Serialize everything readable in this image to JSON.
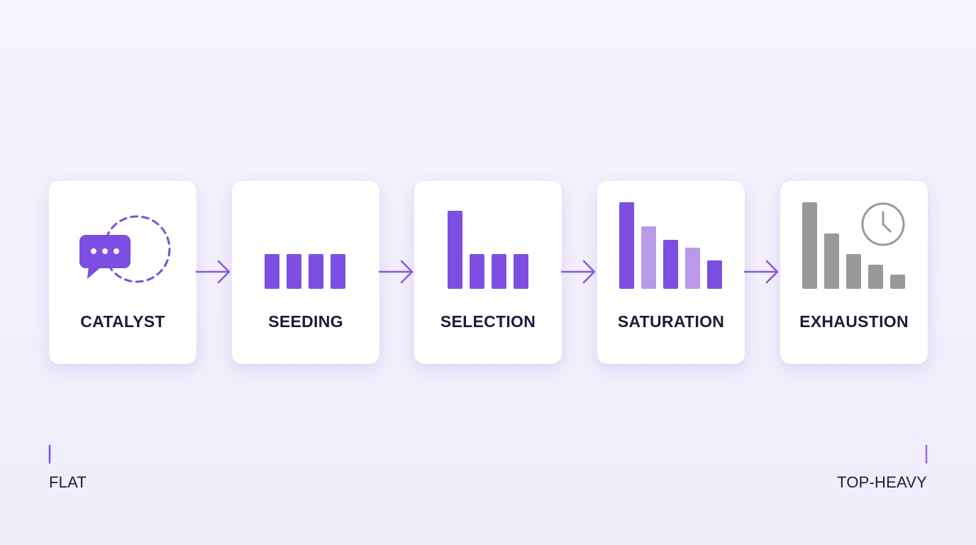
{
  "stages": [
    {
      "label": "CATALYST",
      "icon": "chat-bubble-icon"
    },
    {
      "label": "SEEDING",
      "icon": "flat-bars-icon",
      "bar_levels": [
        1,
        1,
        1,
        1
      ]
    },
    {
      "label": "SELECTION",
      "icon": "one-tall-bar-icon",
      "bar_levels": [
        2.25,
        1,
        1,
        1
      ]
    },
    {
      "label": "SATURATION",
      "icon": "descending-bars-icon",
      "bar_levels": [
        5,
        3.6,
        2.8,
        2.4,
        1.6
      ]
    },
    {
      "label": "EXHAUSTION",
      "icon": "fading-bars-clock-icon",
      "bar_levels": [
        5,
        3.2,
        2.0,
        1.4,
        0.8
      ]
    }
  ],
  "axis": {
    "start_label": "FLAT",
    "end_label": "TOP-HEAVY"
  },
  "colors": {
    "background": "#f3f1fb",
    "card": "#ffffff",
    "accent": "#7c4ee2",
    "accent_light": "#b99ae9",
    "muted": "#999999",
    "arrow": "#8a57d9",
    "text": "#1a1d3a"
  }
}
